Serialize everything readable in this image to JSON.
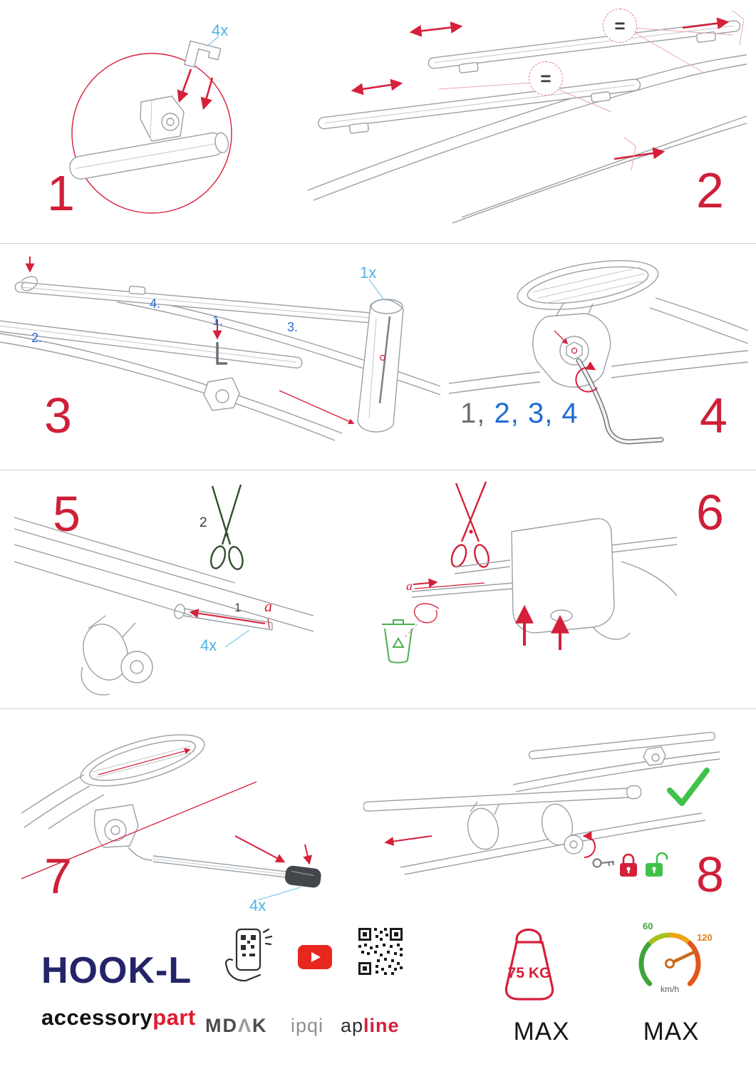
{
  "colors": {
    "accent_red": "#d5203a",
    "label_blue": "#2f6fd3",
    "qty_blue": "#49b4e6",
    "green": "#3fc24a",
    "navy": "#24246a"
  },
  "steps": {
    "s1": {
      "number": "1",
      "qty": "4x"
    },
    "s2": {
      "number": "2",
      "equals": "="
    },
    "s3": {
      "number": "3",
      "qty": "1x",
      "sub1": "1.",
      "sub2": "2.",
      "sub3": "3.",
      "sub4": "4."
    },
    "s4": {
      "number": "4",
      "seq_first": "1,",
      "seq_rest": "2, 3, 4"
    },
    "s5": {
      "number": "5",
      "label_scissors": "2",
      "label_strip": "1",
      "label_a": "a",
      "qty": "4x"
    },
    "s6": {
      "number": "6",
      "label_a": "a"
    },
    "s7": {
      "number": "7",
      "qty": "4x"
    },
    "s8": {
      "number": "8"
    }
  },
  "footer": {
    "product_name": "HOOK-L",
    "brand_prefix": "accessory",
    "brand_suffix": "part",
    "logo_mdak_left": "MD",
    "logo_mdak_mid": "Λ",
    "logo_mdak_right": "K",
    "logo_ipqi": "ipqi",
    "logo_apline_prefix": "ap",
    "logo_apline_suffix": "line",
    "weight_value": "75 KG",
    "weight_max": "MAX",
    "speed_low": "60",
    "speed_high": "120",
    "speed_unit": "km/h",
    "speed_max": "MAX"
  }
}
